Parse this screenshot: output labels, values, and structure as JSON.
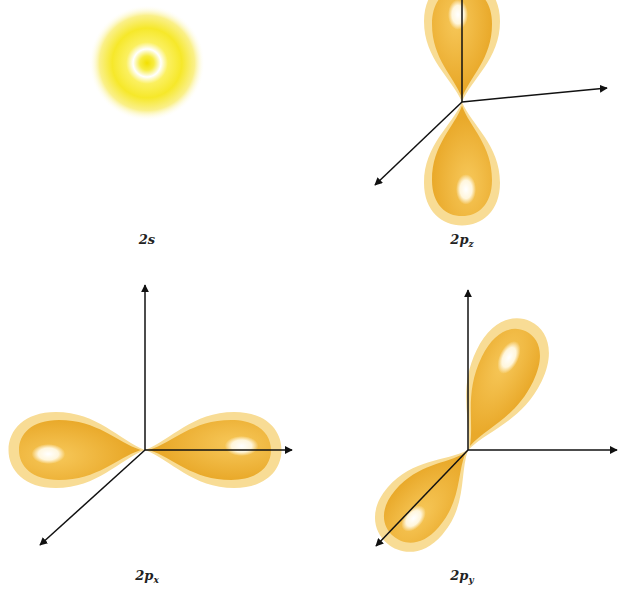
{
  "diagram": {
    "labels": [
      "2s",
      "2pz",
      "2px",
      "2py"
    ]
  }
}
